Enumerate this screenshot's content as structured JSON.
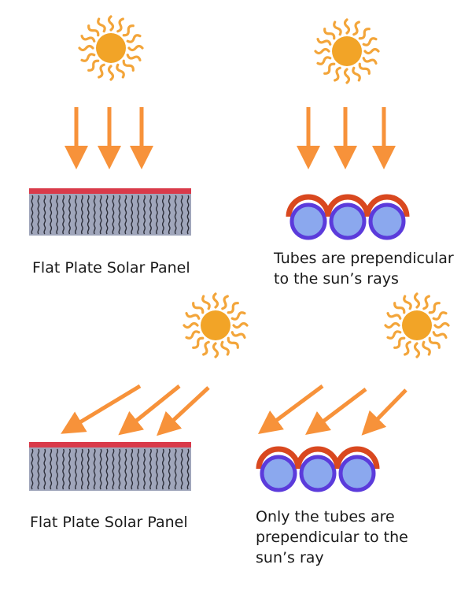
{
  "colors": {
    "sun_core": "#f2a427",
    "sun_ray": "#f3a53a",
    "arrow": "#f7923a",
    "panel_body": "#a0a6bb",
    "panel_top": "#d93a4a",
    "panel_lines": "#2d2f3a",
    "tube_outer": "#5b3bdb",
    "tube_inner": "#8ba8ee",
    "tube_cap": "#d9481f"
  },
  "panels": [
    {
      "id": "top-left",
      "sun_icon": "sun-icon",
      "arrow_direction": "vertical",
      "collector": "flat-plate",
      "caption_lines": [
        "Flat Plate Solar Panel"
      ]
    },
    {
      "id": "top-right",
      "sun_icon": "sun-icon",
      "arrow_direction": "vertical",
      "collector": "tubes",
      "caption_lines": [
        "Tubes are prependicular",
        "to the sun’s rays"
      ]
    },
    {
      "id": "bottom-left",
      "sun_icon": "sun-icon",
      "arrow_direction": "diagonal",
      "collector": "flat-plate",
      "caption_lines": [
        "Flat Plate Solar Panel"
      ]
    },
    {
      "id": "bottom-right",
      "sun_icon": "sun-icon",
      "arrow_direction": "diagonal",
      "collector": "tubes",
      "caption_lines": [
        "Only the tubes are",
        "prependicular to the",
        "sun’s ray"
      ]
    }
  ]
}
